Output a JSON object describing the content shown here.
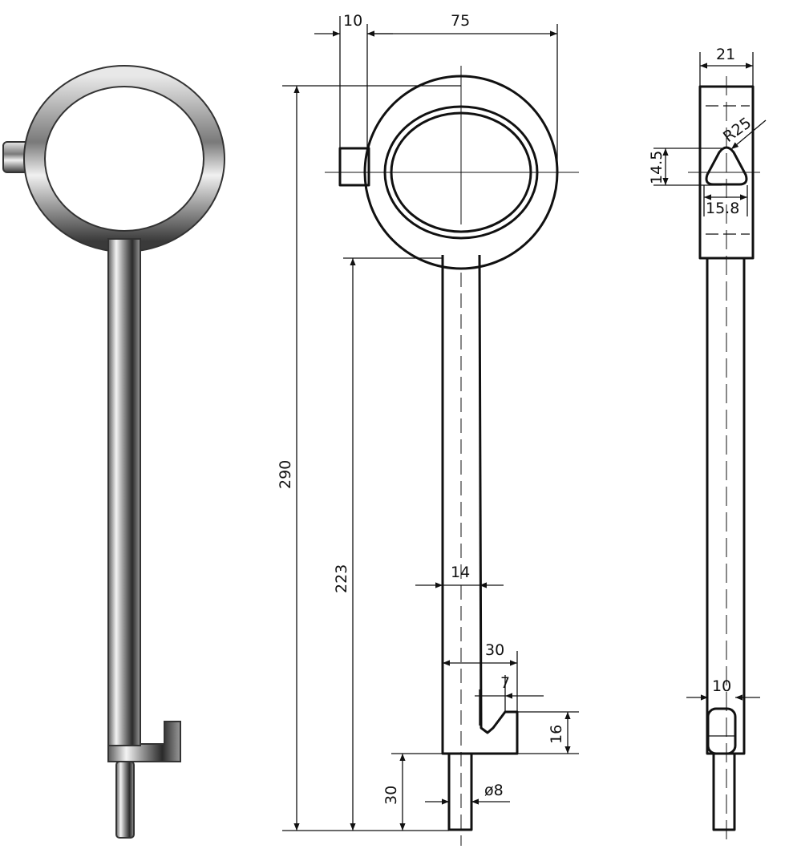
{
  "drawing": {
    "dimensions": {
      "lug_width": "10",
      "ring_width": "75",
      "total_length": "290",
      "shaft_length": "223",
      "shaft_width": "14",
      "bit_width": "30",
      "bit_notch": "7",
      "bit_height": "16",
      "pin_length": "30",
      "pin_diameter": "ø8",
      "side_width": "21",
      "triangle_height": "14.5",
      "triangle_radius": "R25",
      "triangle_width": "15.8",
      "side_bit_width": "10"
    }
  },
  "colors": {
    "line": "#111111",
    "chrome_dark": "#3a3a3a",
    "chrome_light": "#f2f2f2"
  }
}
